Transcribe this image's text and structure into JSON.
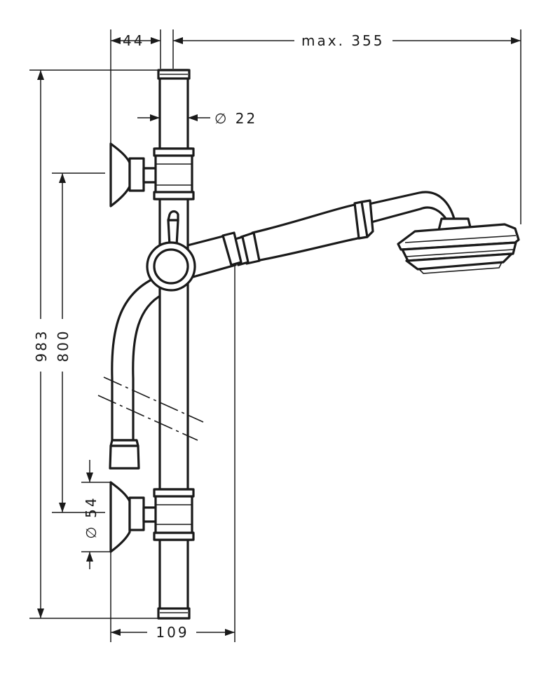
{
  "dimensions": {
    "top_left": "44",
    "top_right": "max. 355",
    "bar_diameter": "∅ 22",
    "total_height": "983",
    "bracket_spacing": "800",
    "wall_flange": "∅ 54",
    "bottom_depth": "109"
  },
  "colors": {
    "line": "#1a1a1a",
    "background": "#ffffff"
  }
}
